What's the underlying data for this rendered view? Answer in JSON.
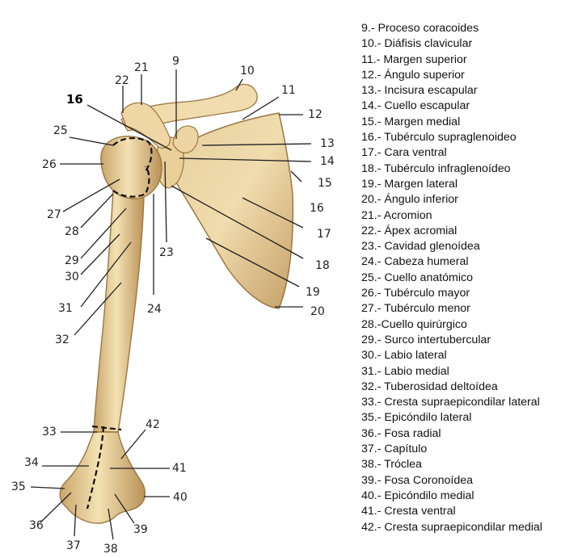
{
  "figure_labels": [
    "9",
    "10",
    "11",
    "12",
    "13",
    "14",
    "15",
    "16",
    "16",
    "17",
    "18",
    "19",
    "20",
    "21",
    "22",
    "23",
    "24",
    "25",
    "26",
    "27",
    "28",
    "29",
    "30",
    "31",
    "32",
    "33",
    "34",
    "35",
    "36",
    "37",
    "38",
    "39",
    "40",
    "41",
    "42"
  ],
  "legend": [
    "9.- Proceso coracoides",
    "10.- Diáfisis clavicular",
    "11.- Margen superior",
    "12.- Ángulo superior",
    "13.- Incisura escapular",
    "14.- Cuello escapular",
    "15.- Margen medial",
    "16.- Tubérculo supraglenoideo",
    "17.- Cara ventral",
    "18.- Tubérculo infraglenoídeo",
    "19.- Margen lateral",
    "20.- Ángulo inferior",
    "21.- Acromion",
    "22.- Ápex acromial",
    "23.- Cavidad glenoídea",
    "24.- Cabeza humeral",
    "25.- Cuello anatómico",
    "26.- Tubérculo mayor",
    "27.- Tubérculo menor",
    "28.-Cuello quirúrgico",
    "29.- Surco intertubercular",
    "30.- Labio lateral",
    "31.- Labio medial",
    "32.- Tuberosidad deltoídea",
    "33.- Cresta supraepicondilar lateral",
    "35.- Epicóndilo lateral",
    "36.- Fosa radial",
    "37.- Capítulo",
    "38.- Tróclea",
    "39.- Fosa Coronoídea",
    "40.- Epicóndilo medial",
    "41.- Cresta ventral",
    "42.- Cresta supraepicondilar medial"
  ]
}
